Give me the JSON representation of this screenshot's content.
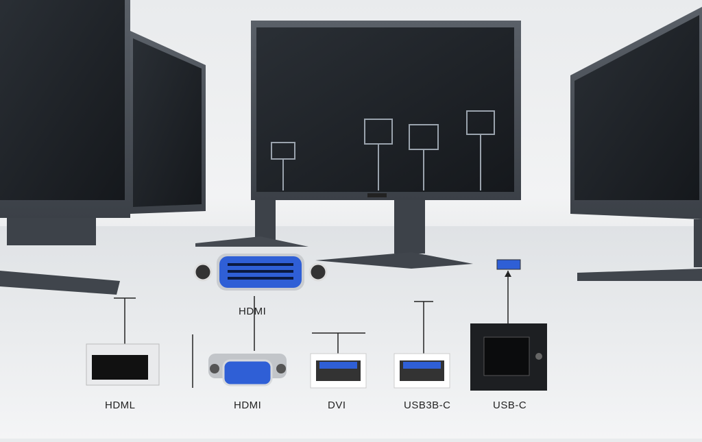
{
  "ports": {
    "label_1": "HDML",
    "label_2": "HDMI",
    "label_3": "DVI",
    "label_4": "USB3B-C",
    "label_5": "USB-C",
    "top_label": "HDMI"
  },
  "colors": {
    "accent_blue": "#2f5fd6",
    "monitor_dark": "#1f2328"
  }
}
